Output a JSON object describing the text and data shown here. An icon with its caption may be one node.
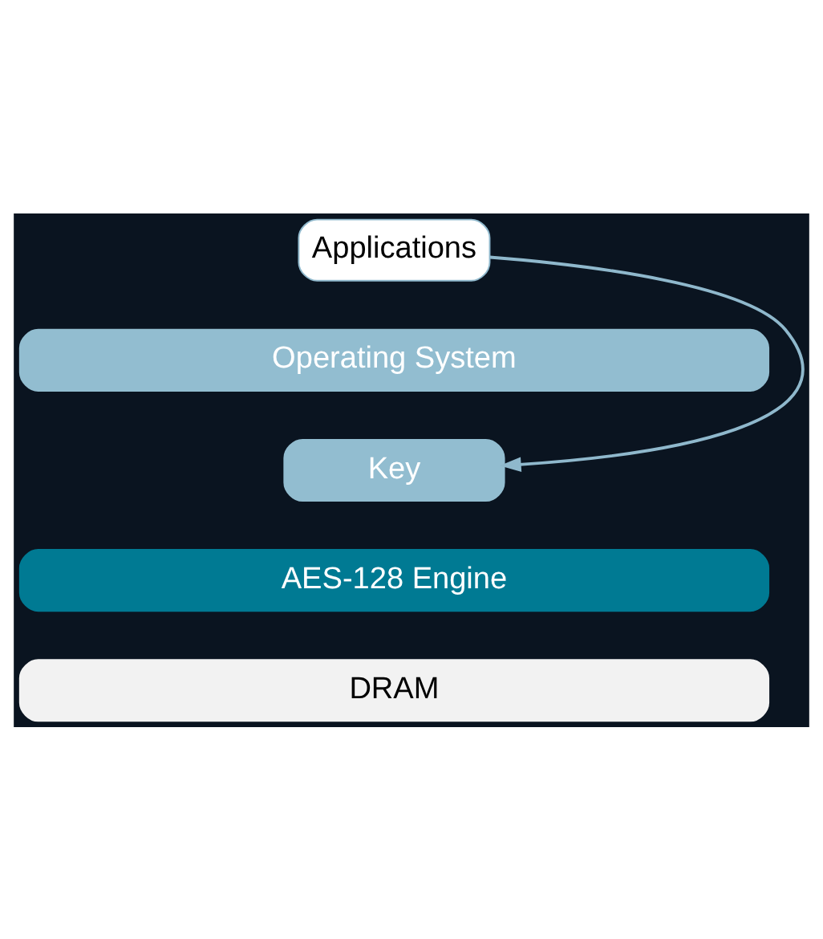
{
  "diagram": {
    "nodes": [
      {
        "text": [
          "Applications"
        ]
      },
      {
        "text": [
          "Operating System"
        ]
      },
      {
        "text": [
          "Key"
        ]
      },
      {
        "text": [
          "AES-128 Engine"
        ]
      },
      {
        "text": [
          "DRAM"
        ]
      }
    ],
    "edges": [
      {
        "from": 0,
        "to": 2,
        "arrow": "to"
      }
    ]
  }
}
